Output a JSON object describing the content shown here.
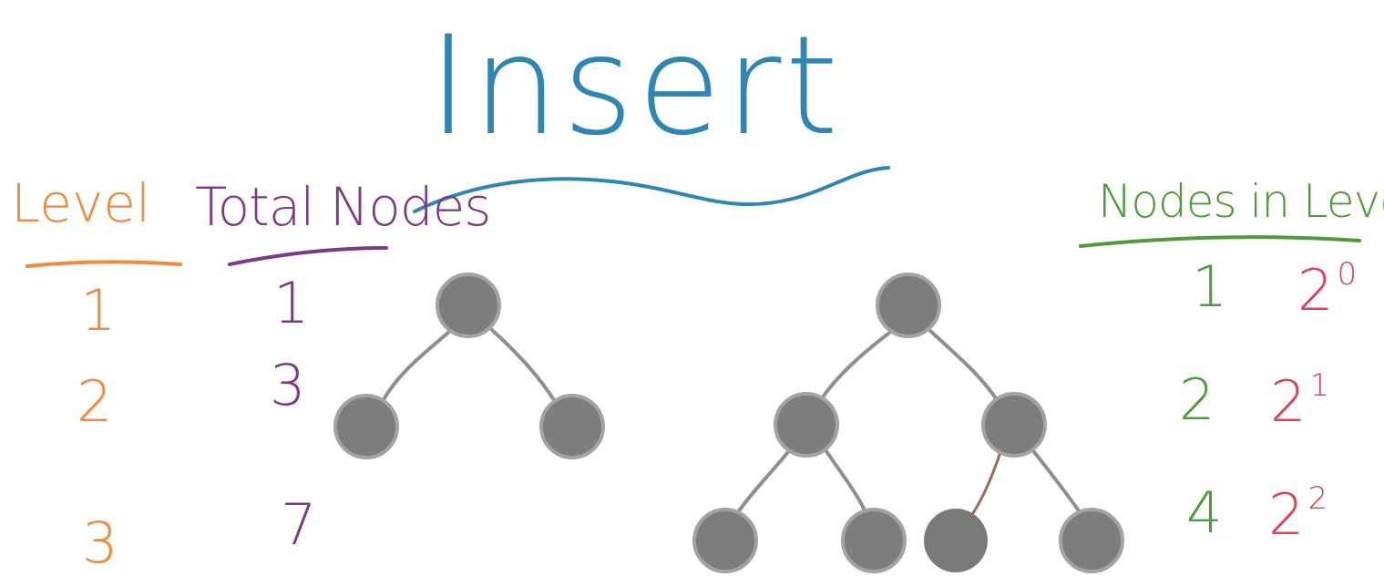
{
  "title": "Insert",
  "columns": {
    "level_header": "Level",
    "total_header": "Total Nodes",
    "nodes_in_level_header": "Nodes in Level"
  },
  "levels": [
    "1",
    "2",
    "3"
  ],
  "totals": [
    "1",
    "3",
    "7"
  ],
  "nodes_in_level": [
    "1",
    "2",
    "4"
  ],
  "powers": [
    {
      "base": "2",
      "exp": "0"
    },
    {
      "base": "2",
      "exp": "1"
    },
    {
      "base": "2",
      "exp": "2"
    }
  ],
  "colors": {
    "title": "#2d86b3",
    "level": "#f08a3c",
    "total": "#7a3a86",
    "nodes_in_level": "#4f9a3a",
    "powers": "#e0405a",
    "node_fill": "#7d7c7e",
    "node_stroke": "#a3a2a4",
    "edge": "#8f8e90",
    "highlight_edge": "#9b6b58"
  }
}
